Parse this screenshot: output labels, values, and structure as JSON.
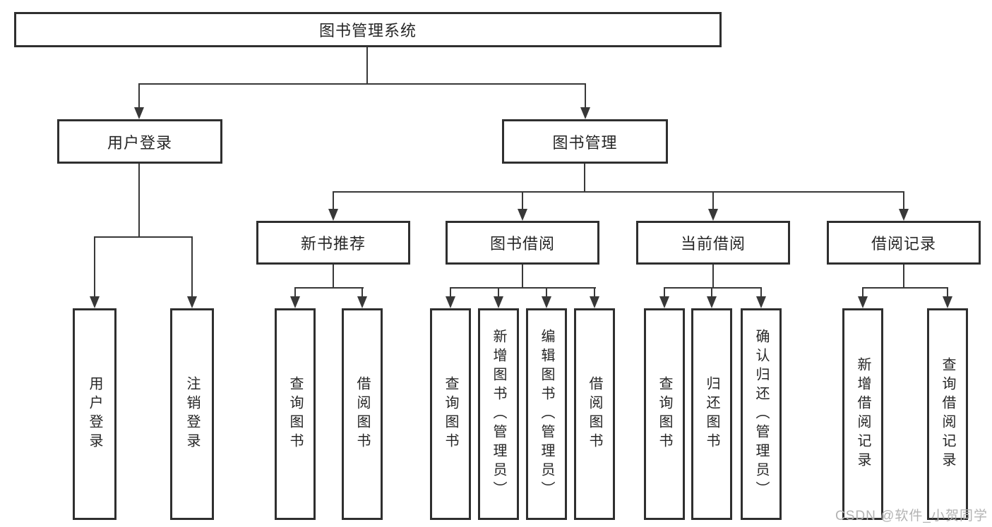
{
  "tree": {
    "root": {
      "label": "图书管理系统"
    },
    "branches": [
      {
        "label": "用户登录",
        "children": [
          {
            "label": "用户登录"
          },
          {
            "label": "注销登录"
          }
        ]
      },
      {
        "label": "图书管理",
        "children": [
          {
            "label": "新书推荐",
            "children": [
              {
                "label": "查询图书"
              },
              {
                "label": "借阅图书"
              }
            ]
          },
          {
            "label": "图书借阅",
            "children": [
              {
                "label": "查询图书"
              },
              {
                "label": "新增图书（管理员）"
              },
              {
                "label": "编辑图书（管理员）"
              },
              {
                "label": "借阅图书"
              }
            ]
          },
          {
            "label": "当前借阅",
            "children": [
              {
                "label": "查询图书"
              },
              {
                "label": "归还图书"
              },
              {
                "label": "确认归还（管理员）"
              }
            ]
          },
          {
            "label": "借阅记录",
            "children": [
              {
                "label": "新增借阅记录"
              },
              {
                "label": "查询借阅记录"
              }
            ]
          }
        ]
      }
    ]
  },
  "watermark": {
    "text": "CSDN @软件_小贺同学"
  },
  "colors": {
    "box_border": "#2f2f2f",
    "connector_line": "#383838",
    "text": "#262626",
    "watermark_text": "#b3b3b3",
    "background": "#ffffff"
  }
}
